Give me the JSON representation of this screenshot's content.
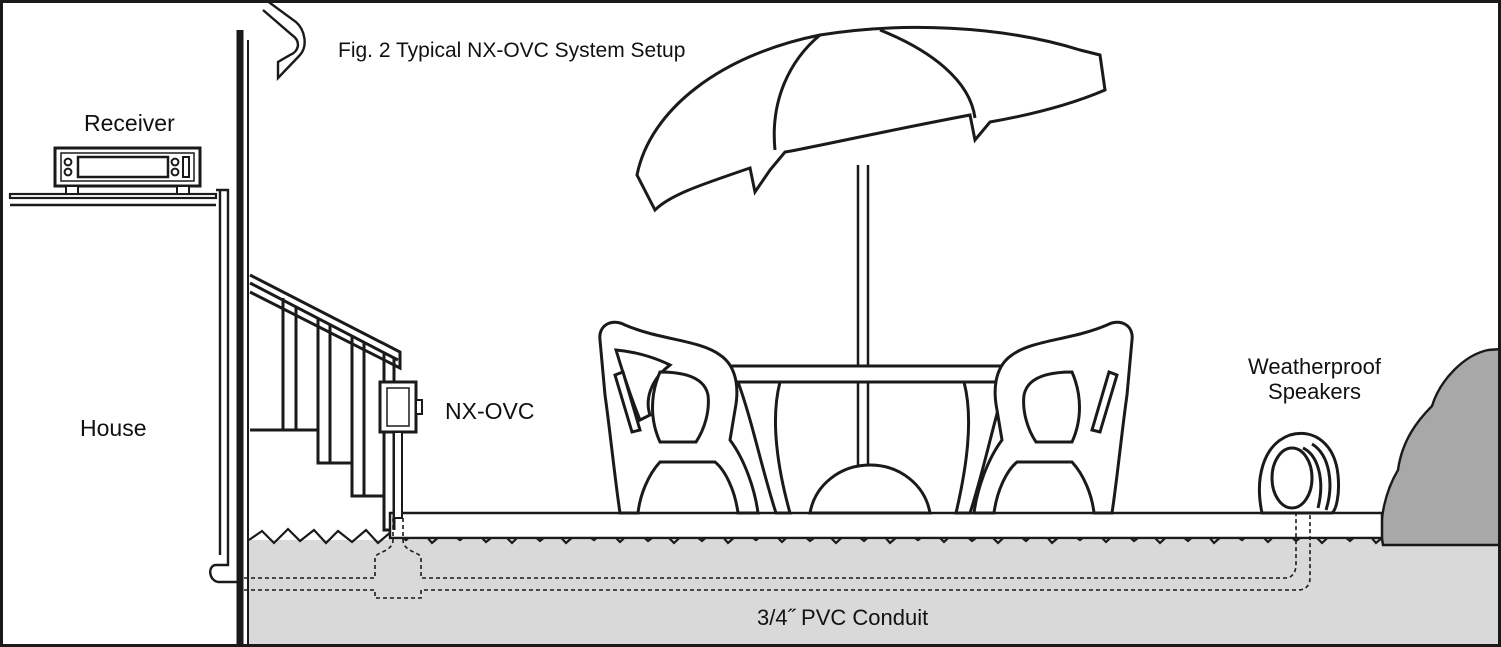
{
  "figure": {
    "title": "Fig. 2 Typical NX-OVC System Setup"
  },
  "labels": {
    "receiver": "Receiver",
    "house": "House",
    "nx_ovc": "NX-OVC",
    "speakers": "Weatherproof Speakers",
    "conduit": "3/4˝ PVC Conduit"
  },
  "colors": {
    "ground": "#d9d9d9",
    "shrub": "#a8a8a8",
    "line": "#1a1a1a",
    "background": "#ffffff"
  }
}
